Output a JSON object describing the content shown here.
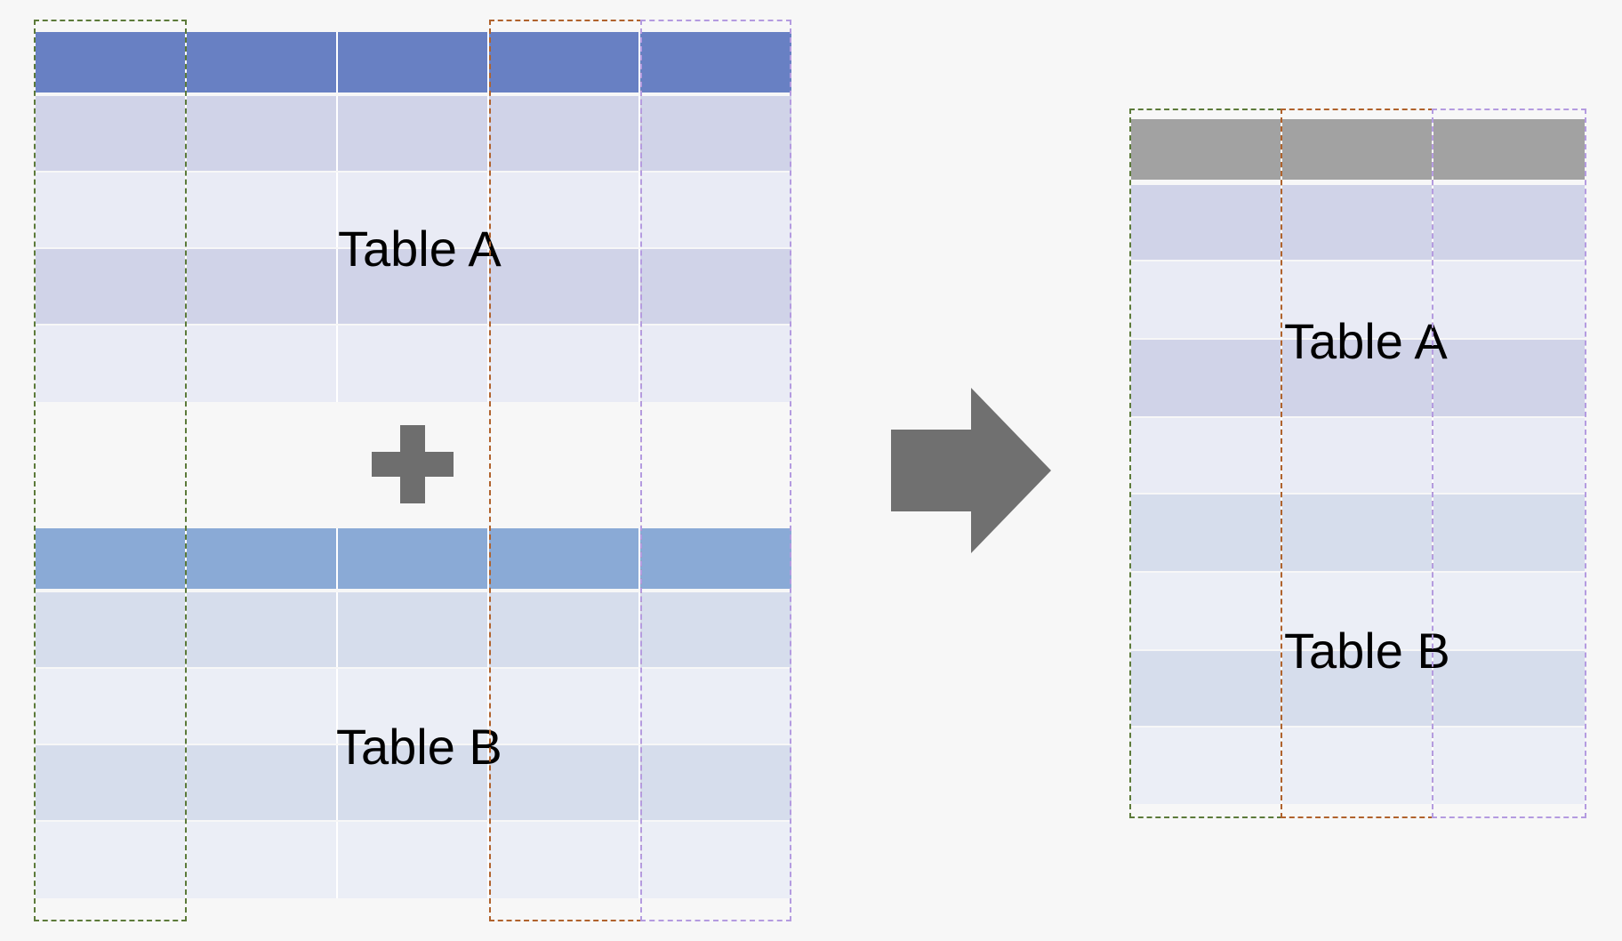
{
  "left_table_a": {
    "label": "Table A",
    "header_color": "#6880c3",
    "row_colors": [
      "#d0d3e8",
      "#e9ebf5",
      "#d0d3e8",
      "#e9ebf5"
    ]
  },
  "left_table_b": {
    "label": "Table B",
    "header_color": "#8aaad6",
    "row_colors": [
      "#d6ddec",
      "#ebeef6",
      "#d6ddec",
      "#ebeef6"
    ]
  },
  "plus_icon": {
    "icon": "plus-icon",
    "color": "#6e6e6e"
  },
  "arrow_icon": {
    "icon": "arrow-right-icon",
    "color": "#707070"
  },
  "result_table": {
    "label_a": "Table A",
    "label_b": "Table B",
    "header_color": "#a2a2a2",
    "row_colors": [
      "#d0d3e8",
      "#e9ebf5",
      "#d0d3e8",
      "#e9ebf5",
      "#d6ddec",
      "#ebeef6",
      "#d6ddec",
      "#ebeef6"
    ]
  },
  "column_outline_colors": {
    "green": "#5c7a3a",
    "orange": "#b0622c",
    "purple": "#b49be0"
  }
}
